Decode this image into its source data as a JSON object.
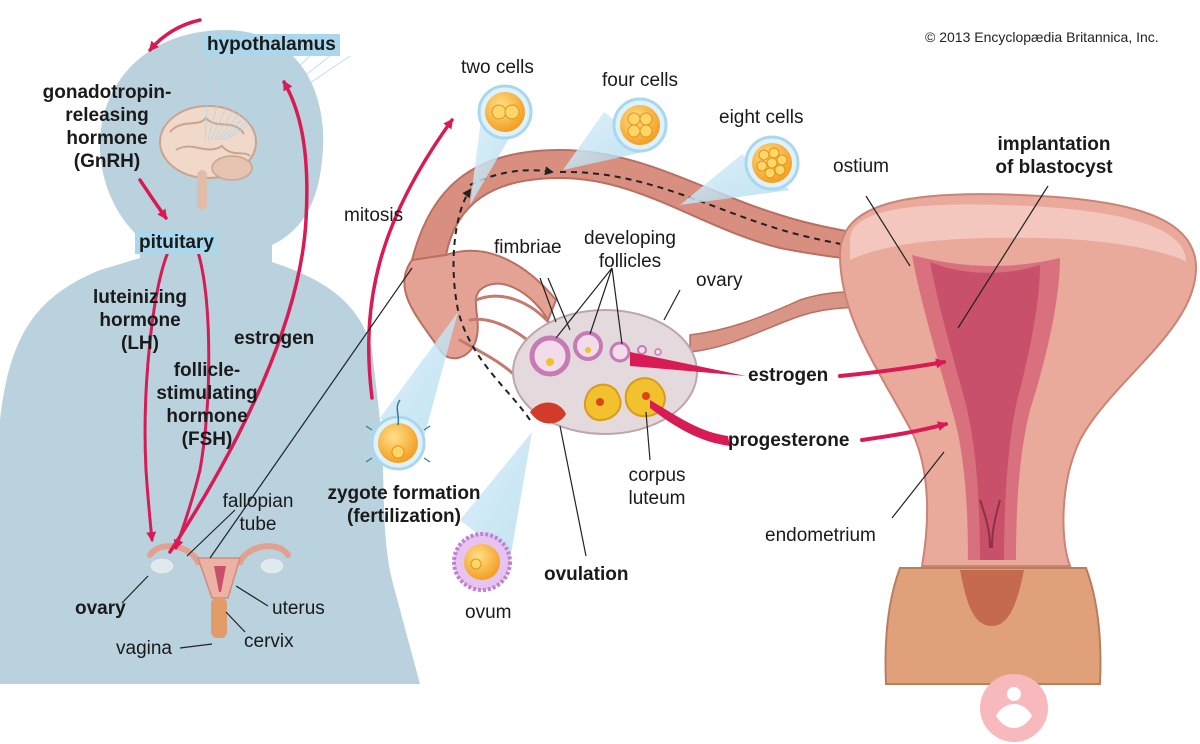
{
  "copyright": "© 2013 Encyclopædia Britannica, Inc.",
  "labels": {
    "hypothalamus": "hypothalamus",
    "gnrh_1": "gonadotropin-",
    "gnrh_2": "releasing",
    "gnrh_3": "hormone",
    "gnrh_4": "(GnRH)",
    "pituitary": "pituitary",
    "lh_1": "luteinizing",
    "lh_2": "hormone",
    "lh_3": "(LH)",
    "fsh_1": "follicle-",
    "fsh_2": "stimulating",
    "fsh_3": "hormone",
    "fsh_4": "(FSH)",
    "estrogen_left": "estrogen",
    "fallopian_1": "fallopian",
    "fallopian_2": "tube",
    "ovary_left": "ovary",
    "uterus": "uterus",
    "vagina": "vagina",
    "cervix": "cervix",
    "two_cells": "two cells",
    "four_cells": "four cells",
    "eight_cells": "eight cells",
    "mitosis": "mitosis",
    "fimbriae": "fimbriae",
    "developing_1": "developing",
    "developing_2": "follicles",
    "ovary_right": "ovary",
    "estrogen_right": "estrogen",
    "progesterone": "progesterone",
    "zygote_1": "zygote formation",
    "zygote_2": "(fertilization)",
    "corpus_1": "corpus",
    "corpus_2": "luteum",
    "ovulation": "ovulation",
    "ovum": "ovum",
    "ostium": "ostium",
    "implant_1": "implantation",
    "implant_2": "of blastocyst",
    "endometrium": "endometrium"
  },
  "colors": {
    "silhouette": "#b9d2de",
    "hormone_arrow": "#d81b55",
    "tube_tissue": "#d98f80",
    "uterus_tissue": "#e9a99b",
    "uterus_inner": "#c8506a",
    "follicle": "#c77bb5",
    "corpus_luteum": "#f2c12e",
    "cell": "#f7a823",
    "label_box": "#a9d8ec"
  }
}
